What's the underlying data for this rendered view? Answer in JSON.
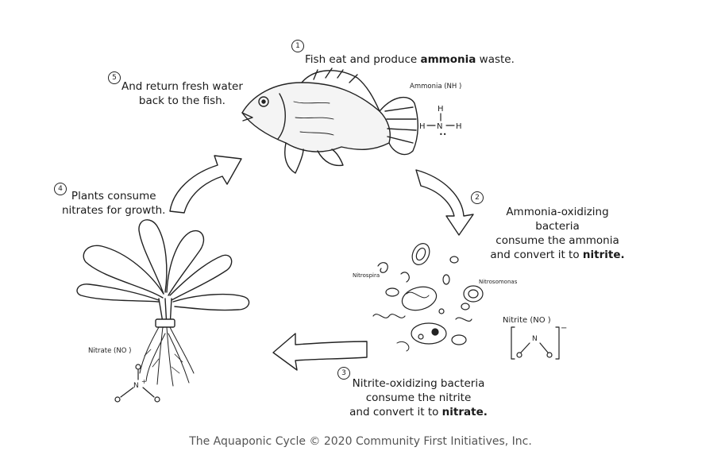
{
  "steps": [
    {
      "num": "1",
      "pre": "Fish eat and produce ",
      "bold": "ammonia",
      "post": " waste."
    },
    {
      "num": "2",
      "line1": "Ammonia-oxidizing bacteria",
      "line2": "consume the ammonia",
      "line3_pre": "and convert it to ",
      "line3_bold": "nitrite."
    },
    {
      "num": "3",
      "line1": "Nitrite-oxidizing bacteria",
      "line2": "consume the nitrite",
      "line3_pre": "and convert it to ",
      "line3_bold": "nitrate."
    },
    {
      "num": "4",
      "line1": "Plants consume",
      "line2": "nitrates for growth."
    },
    {
      "num": "5",
      "line1": "And return fresh water",
      "line2": "back to the fish."
    }
  ],
  "chem": {
    "ammonia_label": "Ammonia (NH  )",
    "nitrite_label": "Nitrite (NO  )",
    "nitrate_label": "Nitrate (NO  )"
  },
  "bacteria": {
    "nitrospira": "Nitrospira",
    "nitrosomonas": "Nitrosomonas"
  },
  "caption": "The Aquaponic Cycle © 2020 Community First Initiatives, Inc."
}
